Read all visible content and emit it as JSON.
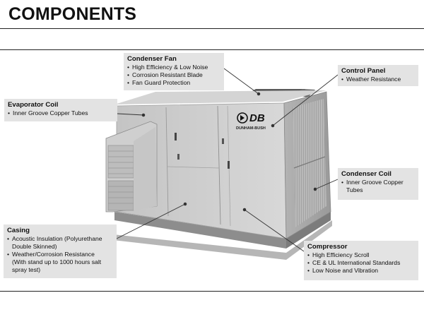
{
  "page": {
    "title": "COMPONENTS"
  },
  "logo": {
    "letters": "DB",
    "brand": "DUNHAM-BUSH"
  },
  "callouts": {
    "condenser_fan": {
      "title": "Condenser Fan",
      "items": [
        "High Efficiency & Low Noise",
        "Corrosion Resistant Blade",
        "Fan Guard Protection"
      ]
    },
    "control_panel": {
      "title": "Control Panel",
      "items": [
        "Weather Resistance"
      ]
    },
    "evaporator_coil": {
      "title": "Evaporator Coil",
      "items": [
        "Inner Groove Copper Tubes"
      ]
    },
    "condenser_coil": {
      "title": "Condenser Coil",
      "items": [
        "Inner Groove Copper",
        "Tubes"
      ]
    },
    "casing": {
      "title": "Casing",
      "items": [
        "Acoustic Insulation (Polyurethane",
        "Double Skinned)",
        "Weather/Corrosion Resistance",
        "(With stand up to 1000 hours salt",
        "spray test)"
      ]
    },
    "compressor": {
      "title": "Compressor",
      "items": [
        "High Efficiency Scroll",
        "CE & UL International Standards",
        "Low Noise and Vibration"
      ]
    }
  }
}
